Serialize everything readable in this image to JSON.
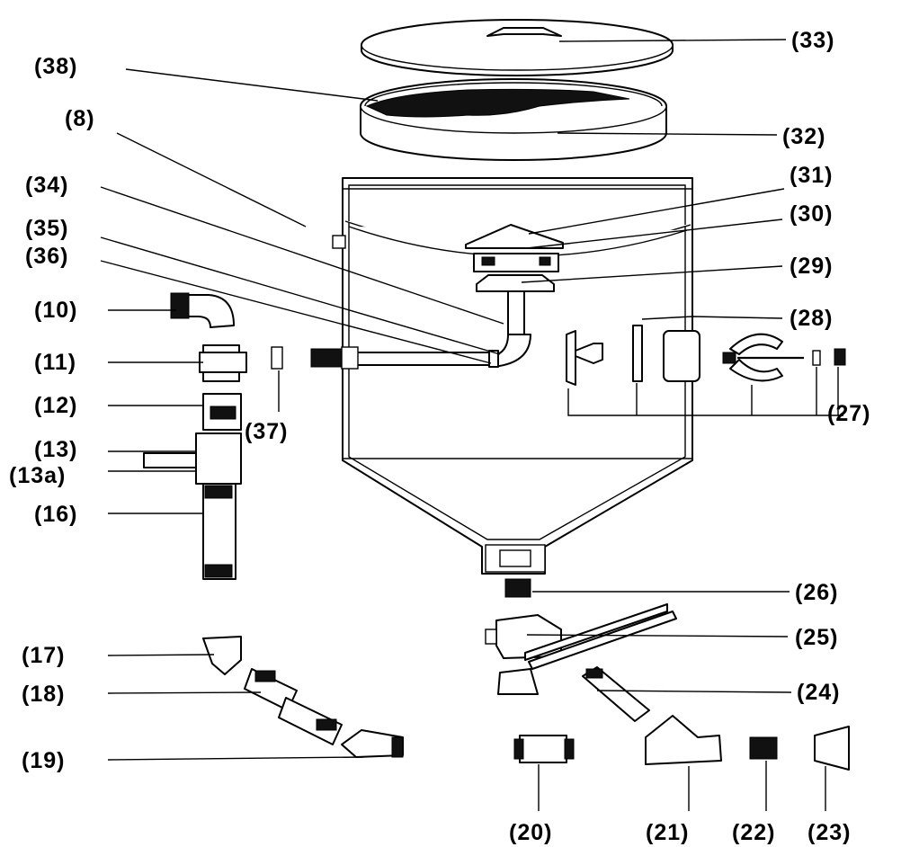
{
  "labels": {
    "p8": "(8)",
    "p10": "(10)",
    "p11": "(11)",
    "p12": "(12)",
    "p13": "(13)",
    "p13a": "(13a)",
    "p16": "(16)",
    "p17": "(17)",
    "p18": "(18)",
    "p19": "(19)",
    "p20": "(20)",
    "p21": "(21)",
    "p22": "(22)",
    "p23": "(23)",
    "p24": "(24)",
    "p25": "(25)",
    "p26": "(26)",
    "p27": "(27)",
    "p28": "(28)",
    "p29": "(29)",
    "p30": "(30)",
    "p31": "(31)",
    "p32": "(32)",
    "p33": "(33)",
    "p34": "(34)",
    "p35": "(35)",
    "p36": "(36)",
    "p37": "(37)",
    "p38": "(38)"
  }
}
